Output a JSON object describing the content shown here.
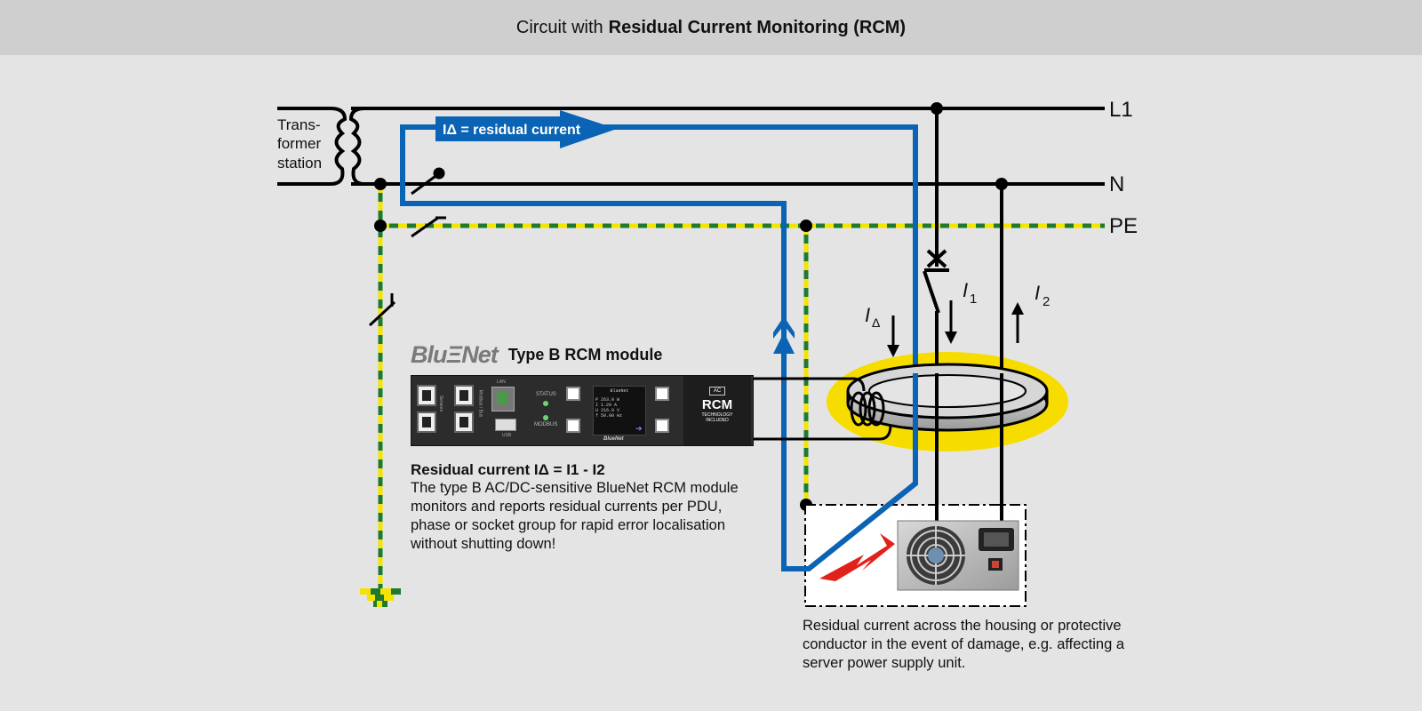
{
  "header": {
    "title_prefix": "Circuit with",
    "title_bold": "Residual Current Monitoring (RCM)"
  },
  "transformer": {
    "line1": "Trans-",
    "line2": "former",
    "line3": "station"
  },
  "conductors": {
    "l1": "L1",
    "n": "N",
    "pe": "PE"
  },
  "residual_arrow_label": "IΔ = residual current",
  "currents": {
    "i_delta_base": "I",
    "i_delta_sub": "Δ",
    "i1_base": "I",
    "i1_sub": "1",
    "i2_base": "I",
    "i2_sub": "2"
  },
  "module": {
    "brand": "BluΞNet",
    "title": "Type B RCM module",
    "port_label_sensors": "Sensors",
    "port_label_modbus": "Modbus / Bus",
    "lan_label": "LAN",
    "usb_label": "USB",
    "status_label": "STATUS",
    "modbus_label": "MODBUS",
    "display_brand": "BlueNet",
    "display_rows": [
      "P    263.0 W",
      "I      1.20 A",
      "U    216.0 V",
      "f     50.00 Hz"
    ],
    "footer_brand": "BlueNet",
    "rcm_symbol": "AC",
    "rcm_main": "RCM",
    "rcm_sub1": "TECHNOLOGY",
    "rcm_sub2": "INCLUDED"
  },
  "explanation": {
    "heading": "Residual current IΔ  = I1 - I2",
    "body": "The type B AC/DC-sensitive BlueNet RCM module monitors and reports residual currents per PDU, phase or socket group for rapid error localisation without shutting down!"
  },
  "psu_caption": "Residual current across the housing or protective conductor in the event of damage, e.g. affecting a server power supply unit.",
  "colors": {
    "residual_blue": "#0a63b4",
    "pe_green": "#1f7a2e",
    "pe_yellow": "#f5e400",
    "core_yellow": "#f7dc00"
  }
}
